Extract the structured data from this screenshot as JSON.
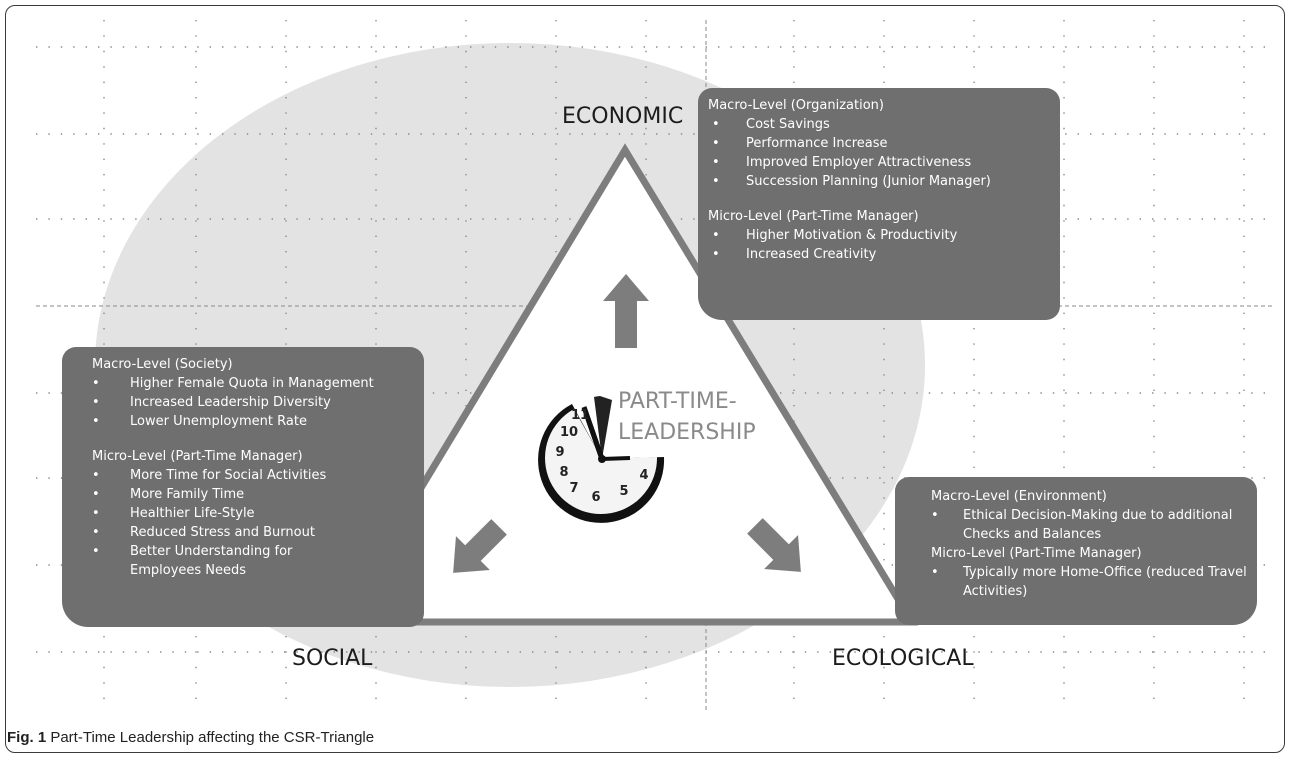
{
  "diagram": {
    "corners": {
      "top": "ECONOMIC",
      "left": "SOCIAL",
      "right": "ECOLOGICAL"
    },
    "center": {
      "line1": "PART-TIME-",
      "line2": "LEADERSHIP",
      "icon": "clock-icon"
    },
    "boxes": {
      "economic": {
        "macro_heading": "Macro-Level (Organization)",
        "macro_items": [
          "Cost Savings",
          "Performance Increase",
          "Improved Employer Attractiveness",
          "Succession Planning (Junior Manager)"
        ],
        "micro_heading": "Micro-Level (Part-Time Manager)",
        "micro_items": [
          "Higher Motivation & Productivity",
          "Increased Creativity"
        ]
      },
      "social": {
        "macro_heading": "Macro-Level (Society)",
        "macro_items": [
          "Higher Female Quota in Management",
          "Increased Leadership Diversity",
          "Lower Unemployment Rate"
        ],
        "micro_heading": "Micro-Level (Part-Time Manager)",
        "micro_items": [
          "More Time for Social Activities",
          "More Family Time",
          "Healthier Life-Style",
          "Reduced Stress and Burnout",
          "Better Understanding for Employees Needs"
        ]
      },
      "ecological": {
        "macro_heading": "Macro-Level (Environment)",
        "macro_items": [
          "Ethical Decision-Making due to additional Checks and Balances"
        ],
        "micro_heading": "Micro-Level (Part-Time Manager)",
        "micro_items": [
          "Typically more Home-Office (reduced Travel Activities)"
        ]
      }
    },
    "colors": {
      "box_fill": "#6f6f6f",
      "box_text": "#ffffff",
      "triangle_stroke": "#7d7d7d",
      "background_ellipse": "#e3e3e3",
      "arrow_fill": "#7d7d7d",
      "center_text": "#8a8a8a"
    }
  },
  "caption": {
    "label": "Fig. 1",
    "text": " Part-Time Leadership affecting the CSR-Triangle"
  }
}
